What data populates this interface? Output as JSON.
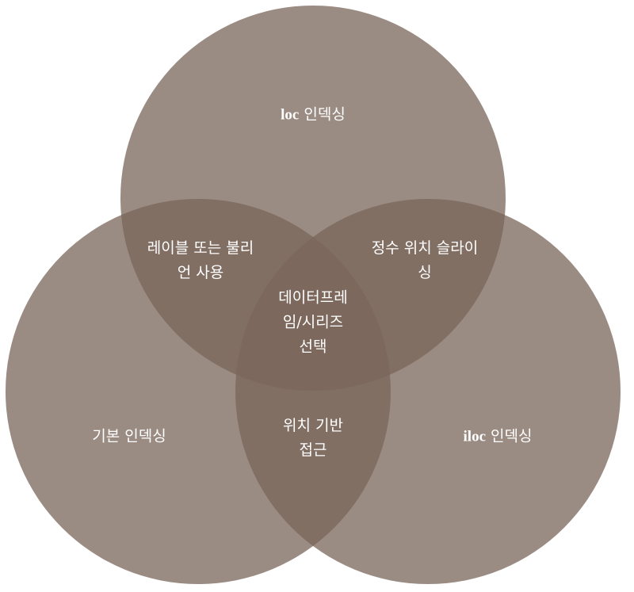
{
  "diagram": {
    "circle_color": "#7a665a",
    "circles": {
      "top": {
        "label_prefix": "loc",
        "label_suffix": " 인덱싱"
      },
      "left": {
        "label": "기본 인덱싱"
      },
      "right": {
        "label_prefix": "iloc",
        "label_suffix": " 인덱싱"
      }
    },
    "overlaps": {
      "top_left": {
        "line1": "레이블 또는 불리",
        "line2": "언 사용"
      },
      "top_right": {
        "line1": "정수 위치 슬라이",
        "line2": "싱"
      },
      "left_right": {
        "line1": "위치 기반",
        "line2": "접근"
      },
      "center": {
        "line1": "데이터프레",
        "line2": "임/시리즈",
        "line3": "선택"
      }
    }
  }
}
